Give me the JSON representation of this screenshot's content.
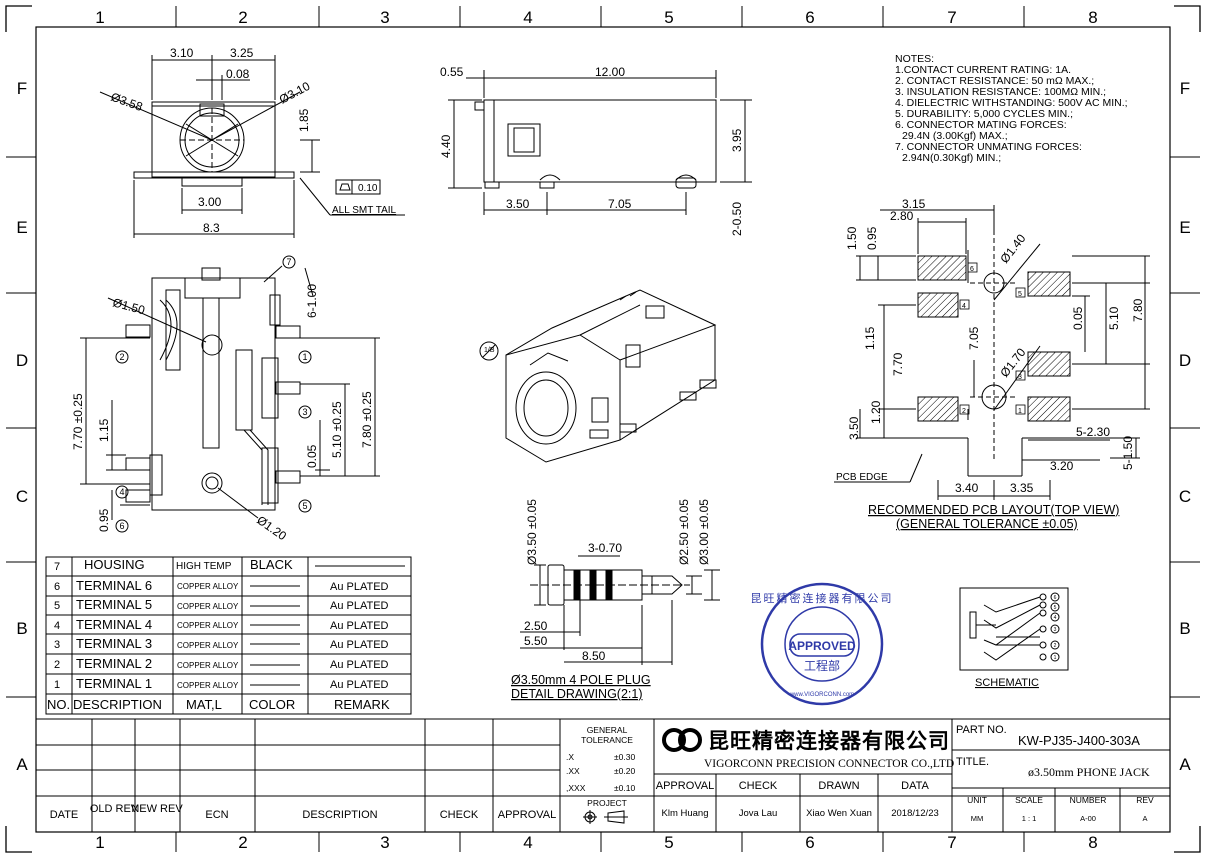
{
  "grid": {
    "columns": [
      "1",
      "2",
      "3",
      "4",
      "5",
      "6",
      "7",
      "8"
    ],
    "rows": [
      "F",
      "E",
      "D",
      "C",
      "B",
      "A"
    ]
  },
  "front_view": {
    "dims": {
      "d310a": "3.10",
      "d325": "3.25",
      "d008": "0.08",
      "d358": "Ø3.58",
      "d310b": "Ø3.10",
      "d185": "1.85",
      "d300": "3.00",
      "d83": "8.3"
    },
    "flatness": "0.10",
    "smt_label": "ALL SMT TAIL"
  },
  "side_view": {
    "dims": {
      "d055": "0.55",
      "d1200": "12.00",
      "d440": "4.40",
      "d395": "3.95",
      "d350": "3.50",
      "d705": "7.05",
      "d2050": "2-0.50"
    }
  },
  "notes": {
    "heading": "NOTES:",
    "lines": [
      "1.CONTACT CURRENT RATING: 1A.",
      "2. CONTACT RESISTANCE: 50 mΩ MAX.;",
      "3. INSULATION RESISTANCE: 100MΩ MIN.;",
      "4. DIELECTRIC WITHSTANDING: 500V AC MIN.;",
      "5. DURABILITY: 5,000 CYCLES MIN.;",
      "6. CONNECTOR MATING FORCES:",
      "   29.4N (3.00Kgf) MAX.;",
      "7. CONNECTOR UNMATING FORCES:",
      "   2.94N(0.30Kgf) MIN.;"
    ]
  },
  "pcb_layout": {
    "dims": {
      "d315": "3.15",
      "d280": "2.80",
      "d150": "1.50",
      "d095": "0.95",
      "d140": "Ø1.40",
      "d115": "1.15",
      "d705": "7.05",
      "d170": "Ø1.70",
      "d005": "0.05",
      "d510": "5.10",
      "d780": "7.80",
      "d770": "7.70",
      "d350": "3.50",
      "d120": "1.20",
      "d5230": "5-2.30",
      "d5150": "5-1.50",
      "d320": "3.20",
      "d340": "3.40",
      "d335": "3.35"
    },
    "pads": [
      "6",
      "5",
      "4",
      "3",
      "2",
      "1"
    ],
    "edge_label": "PCB EDGE",
    "title": "RECOMMENDED PCB LAYOUT(TOP VIEW)",
    "subtitle": "(GENERAL TOLERANCE ±0.05)"
  },
  "top_view": {
    "dims": {
      "d150": "Ø1.50",
      "d6100": "6-1.00",
      "d770": "7.70 ±0.25",
      "d115": "1.15",
      "d510": "5.10 ±0.25",
      "d005": "0.05",
      "d780": "7.80 ±0.25",
      "d095": "0.95",
      "d120": "Ø1.20"
    },
    "callouts": [
      "1",
      "2",
      "3",
      "4",
      "5",
      "6",
      "7"
    ]
  },
  "iso_marker": "1/B",
  "plug": {
    "dims": {
      "d350": "Ø3.50 ±0.05",
      "d3070": "3-0.70",
      "d250": "Ø2.50 ±0.05",
      "d300": "Ø3.00 ±0.05",
      "d250b": "2.50",
      "d550": "5.50",
      "d850": "8.50"
    },
    "title": "Ø3.50mm 4 POLE PLUG",
    "subtitle": "DETAIL DRAWING(2:1)"
  },
  "stamp": {
    "approved": "APPROVED",
    "dept": "工程部",
    "ring": "昆旺精密连接器有限公司",
    "url": "www.VIGORCONN.com"
  },
  "schematic": {
    "label": "SCHEMATIC",
    "pins": [
      "6",
      "5",
      "4",
      "3",
      "2",
      "1"
    ]
  },
  "bom": {
    "rows": [
      {
        "no": "7",
        "desc": "HOUSING",
        "mat": "HIGH TEMP",
        "color": "BLACK",
        "remark": ""
      },
      {
        "no": "6",
        "desc": "TERMINAL 6",
        "mat": "COPPER ALLOY",
        "color": "",
        "remark": "Au PLATED"
      },
      {
        "no": "5",
        "desc": "TERMINAL 5",
        "mat": "COPPER ALLOY",
        "color": "",
        "remark": "Au PLATED"
      },
      {
        "no": "4",
        "desc": "TERMINAL 4",
        "mat": "COPPER ALLOY",
        "color": "",
        "remark": "Au PLATED"
      },
      {
        "no": "3",
        "desc": "TERMINAL 3",
        "mat": "COPPER ALLOY",
        "color": "",
        "remark": "Au PLATED"
      },
      {
        "no": "2",
        "desc": "TERMINAL 2",
        "mat": "COPPER ALLOY",
        "color": "",
        "remark": "Au PLATED"
      },
      {
        "no": "1",
        "desc": "TERMINAL 1",
        "mat": "COPPER ALLOY",
        "color": "",
        "remark": "Au PLATED"
      }
    ],
    "header": {
      "no": "NO.",
      "desc": "DESCRIPTION",
      "mat": "MAT,L",
      "color": "COLOR",
      "remark": "REMARK"
    }
  },
  "revision": {
    "date": "DATE",
    "old_rev": "OLD REV",
    "new_rev": "NEW REV",
    "ecn": "ECN",
    "description": "DESCRIPTION",
    "check": "CHECK",
    "approval": "APPROVAL"
  },
  "tolerance": {
    "heading1": "GENERAL",
    "heading2": "TOLERANCE",
    "rows": [
      {
        "k": ".X",
        "v": "±0.30"
      },
      {
        "k": ".XX",
        "v": "±0.20"
      },
      {
        "k": ",XXX",
        "v": "±0.10"
      }
    ],
    "projection": "PROJECT"
  },
  "company": {
    "cn": "昆旺精密连接器有限公司",
    "en": "VIGORCONN PRECISION CONNECTOR CO.,LTD"
  },
  "approval": {
    "h_approval": "APPROVAL",
    "h_check": "CHECK",
    "h_drawn": "DRAWN",
    "h_data": "DATA",
    "approval": "Klm Huang",
    "check": "Jova Lau",
    "drawn": "Xiao Wen Xuan",
    "data": "2018/12/23"
  },
  "part": {
    "label": "PART NO.",
    "value": "KW-PJ35-J400-303A"
  },
  "title_block": {
    "label": "TITLE.",
    "value": "ø3.50mm PHONE JACK"
  },
  "meta": {
    "h_unit": "UNIT",
    "h_scale": "SCALE",
    "h_number": "NUMBER",
    "h_rev": "REV",
    "unit": "MM",
    "scale": "1 : 1",
    "number": "A-00",
    "rev": "A"
  },
  "colors": {
    "ink": "#000000",
    "stamp": "#2f3aa8"
  }
}
